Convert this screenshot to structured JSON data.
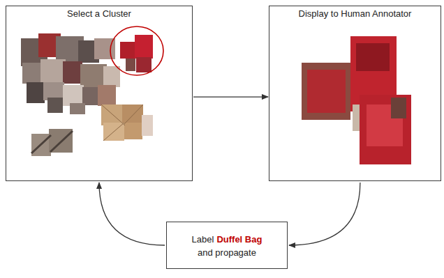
{
  "diagram": {
    "nodes": [
      {
        "text": [
          "Select a Cluster"
        ]
      },
      {
        "text": [
          "Display to Human Annotator"
        ]
      },
      {
        "text": [
          "Label",
          "Duffel Bag",
          "and propagate"
        ]
      }
    ],
    "edges": [
      {
        "from": 0,
        "to": 1,
        "arrow": "to"
      },
      {
        "from": 1,
        "to": 2,
        "arrow": "to"
      },
      {
        "from": 2,
        "to": 0,
        "arrow": "to"
      }
    ]
  }
}
